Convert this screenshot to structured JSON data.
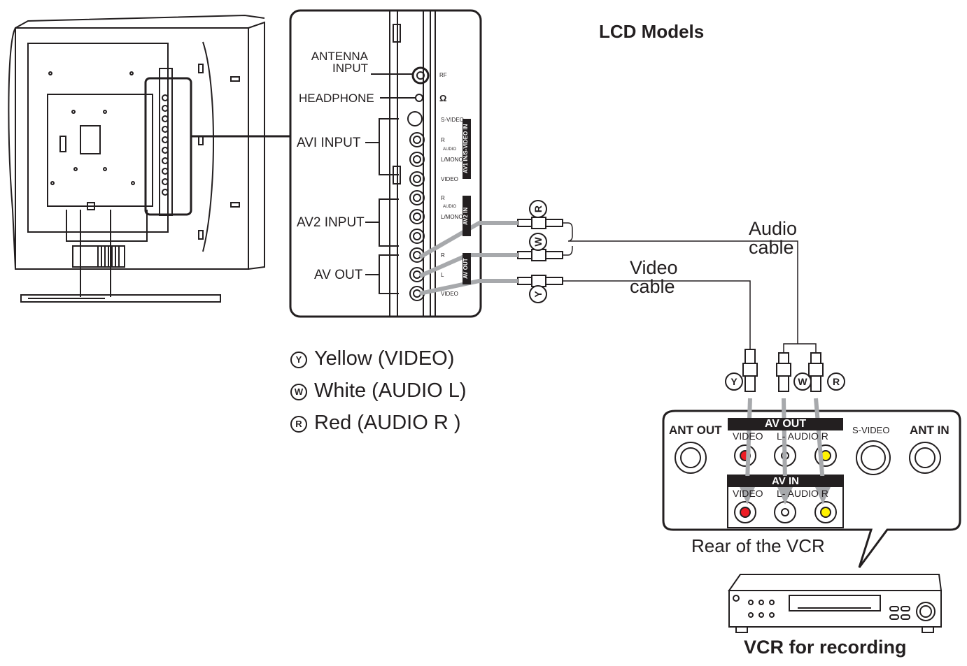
{
  "title": "LCD Models",
  "tv_panel": {
    "antenna_input": "ANTENNA\nINPUT",
    "headphone": "HEADPHONE",
    "av1_input": "AVI INPUT",
    "av2_input": "AV2 INPUT",
    "av_out": "AV OUT",
    "jack_labels": {
      "rf": "RF",
      "headphone_symbol": "Ω",
      "s_video": "S-VIDEO",
      "r1": "R",
      "audio1": "AUDIO",
      "lmono1": "L/MONO",
      "video1": "VIDEO",
      "r2": "R",
      "audio2": "AUDIO",
      "lmono2": "L/MONO",
      "r3": "R",
      "l3": "L",
      "video3": "VIDEO"
    },
    "tabs": {
      "av1_tab": "AV1 IN/S-VIDEO IN",
      "av2_tab": "AV2 IN",
      "avout_tab": "AV OUT"
    }
  },
  "cables": {
    "audio": "Audio\ncable",
    "video": "Video\ncable"
  },
  "connector_glyphs": {
    "yellow": "Y",
    "white": "W",
    "red": "R"
  },
  "legend": [
    {
      "glyph": "Y",
      "text": "Yellow (VIDEO)"
    },
    {
      "glyph": "W",
      "text": "White (AUDIO L)"
    },
    {
      "glyph": "R",
      "text": "Red (AUDIO R )"
    }
  ],
  "vcr_rear": {
    "ant_out": "ANT OUT",
    "ant_in": "ANT IN",
    "av_out": "AV OUT",
    "av_in": "AV IN",
    "video_top": "VIDEO",
    "audio_top": "L- AUDIO R",
    "video_bottom": "VIDEO",
    "audio_bottom": "L- AUDIO R",
    "s_video": "S-VIDEO"
  },
  "rear_caption": "Rear of the VCR",
  "vcr_caption": "VCR for recording",
  "colors": {
    "ink": "#231f20",
    "cable_gray": "#a7a9ac",
    "jack_red": "#ed1c24",
    "jack_yellow": "#fff200",
    "jack_white": "#ffffff"
  }
}
